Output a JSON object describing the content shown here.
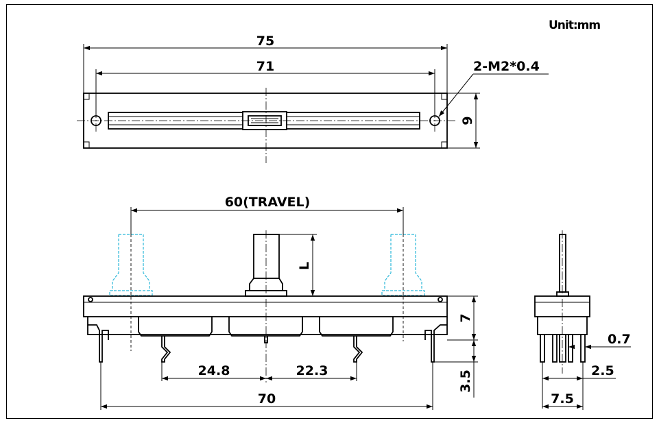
{
  "drawing": {
    "unit_label": "Unit:mm",
    "top_view": {
      "overall_length": "75",
      "hole_spacing": "71",
      "thread_callout": "2-M2*0.4",
      "width": "9"
    },
    "front_view": {
      "travel": "60(TRAVEL)",
      "lever_height": "L",
      "body_height": "7",
      "terminal_left_spacing": "24.8",
      "terminal_right_spacing": "22.3",
      "pin_length": "3.5",
      "mount_spacing": "70"
    },
    "side_view": {
      "pin_width": "0.7",
      "pin_pitch": "2.5",
      "side_width": "7.5"
    }
  }
}
